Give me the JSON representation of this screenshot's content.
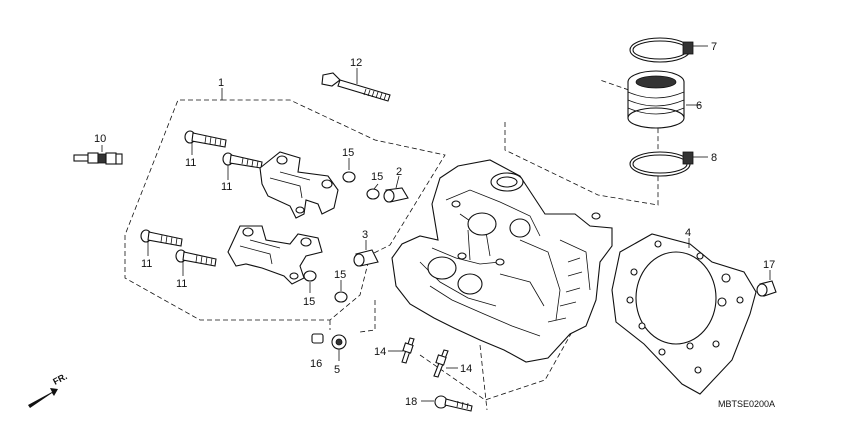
{
  "diagram_code": "MBTSE0200A",
  "direction_label": "FR.",
  "callouts": {
    "c1": "1",
    "c2": "2",
    "c3": "3",
    "c4": "4",
    "c5": "5",
    "c6": "6",
    "c7": "7",
    "c8": "8",
    "c10": "10",
    "c11a": "11",
    "c11b": "11",
    "c11c": "11",
    "c11d": "11",
    "c12": "12",
    "c14a": "14",
    "c14b": "14",
    "c15a": "15",
    "c15b": "15",
    "c15c": "15",
    "c15d": "15",
    "c16": "16",
    "c17": "17",
    "c18": "18"
  },
  "parts": {
    "spark_plug": "spark-plug",
    "cylinder_head": "cylinder-head",
    "head_gasket": "head-gasket",
    "insulator": "insulator",
    "band_upper": "band",
    "band_lower": "band"
  }
}
